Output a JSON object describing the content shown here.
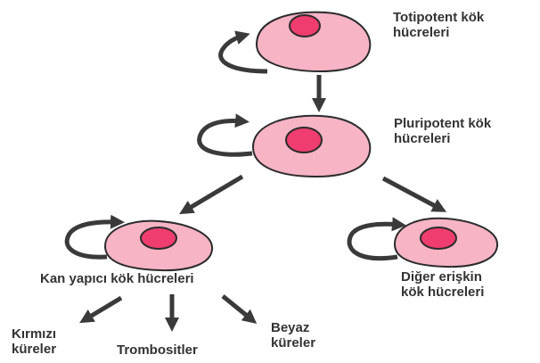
{
  "colors": {
    "cell_fill": "#f6b4c5",
    "nucleus_fill": "#ee3d6e",
    "stroke": "#2b2b2b",
    "arrow": "#3a3a3a",
    "text": "#333333"
  },
  "labels": {
    "totipotent": "Totipotent kök\nhücreleri",
    "pluripotent": "Pluripotent kök\nhücreleri",
    "hematopoietic": "Kan yapıcı kök hücreleri",
    "other_adult": "Diğer erişkin\nkök hücreleri",
    "red_cells": "Kırmızı\nküreler",
    "platelets": "Trombositler",
    "white_cells": "Beyaz\nküreler"
  },
  "cells": [
    {
      "id": "totipotent"
    },
    {
      "id": "pluripotent"
    },
    {
      "id": "hematopoietic"
    },
    {
      "id": "other-adult"
    }
  ],
  "icons": {
    "self_renewal": "curved-return-arrow-icon",
    "differentiation": "straight-arrow-icon"
  }
}
